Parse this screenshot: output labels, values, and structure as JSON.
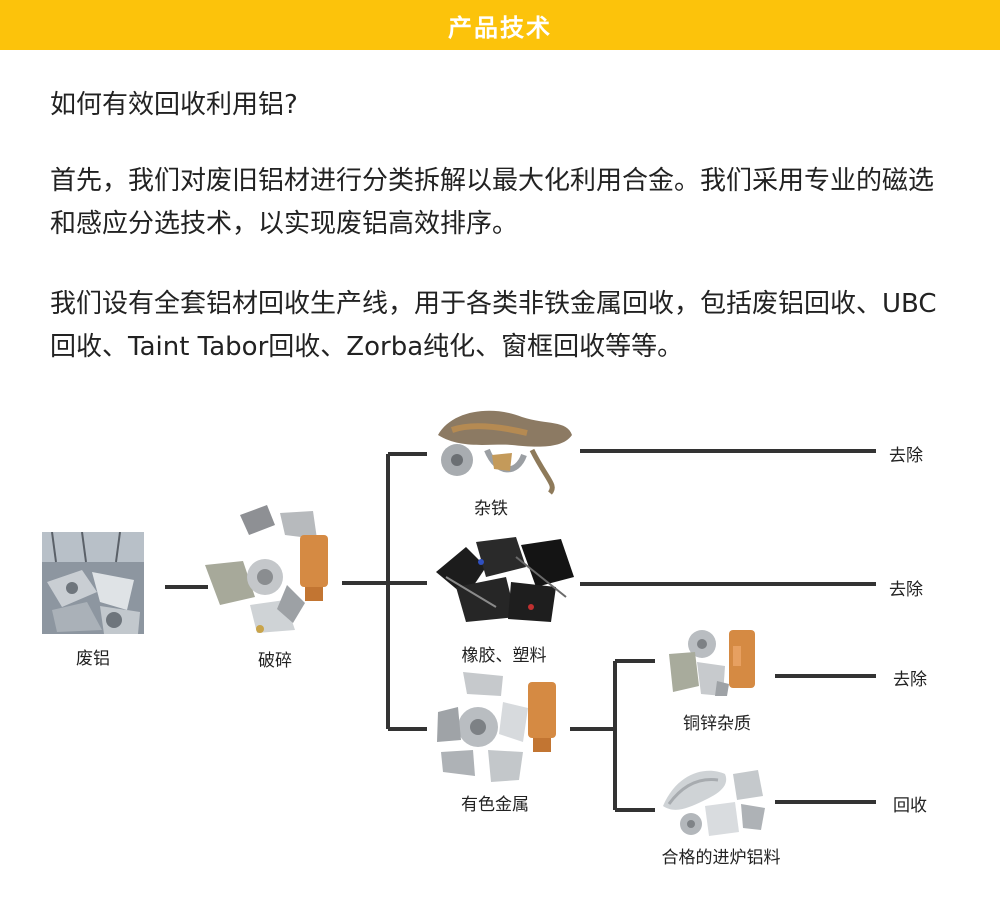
{
  "header": {
    "title": "产品技术"
  },
  "intro": {
    "question": "如何有效回收利用铝?",
    "paragraph_1": "首先，我们对废旧铝材进行分类拆解以最大化利用合金。我们采用专业的磁选和感应分选技术，以实现废铝高效排序。",
    "paragraph_2": "我们设有全套铝材回收生产线，用于各类非铁金属回收，包括废铝回收、UBC回收、Taint Tabor回收、Zorba纯化、窗框回收等等。"
  },
  "flow": {
    "scrap": "废铝",
    "shredded": "破碎",
    "iron": "杂铁",
    "rubber": "橡胶、塑料",
    "nonferrous": "有色金属",
    "copper_zinc": "铜锌杂质",
    "qualified": "合格的进炉铝料",
    "remove_1": "去除",
    "remove_2": "去除",
    "remove_3": "去除",
    "recycle": "回收"
  },
  "colors": {
    "banner": "#fcc30b",
    "line": "#333333"
  }
}
